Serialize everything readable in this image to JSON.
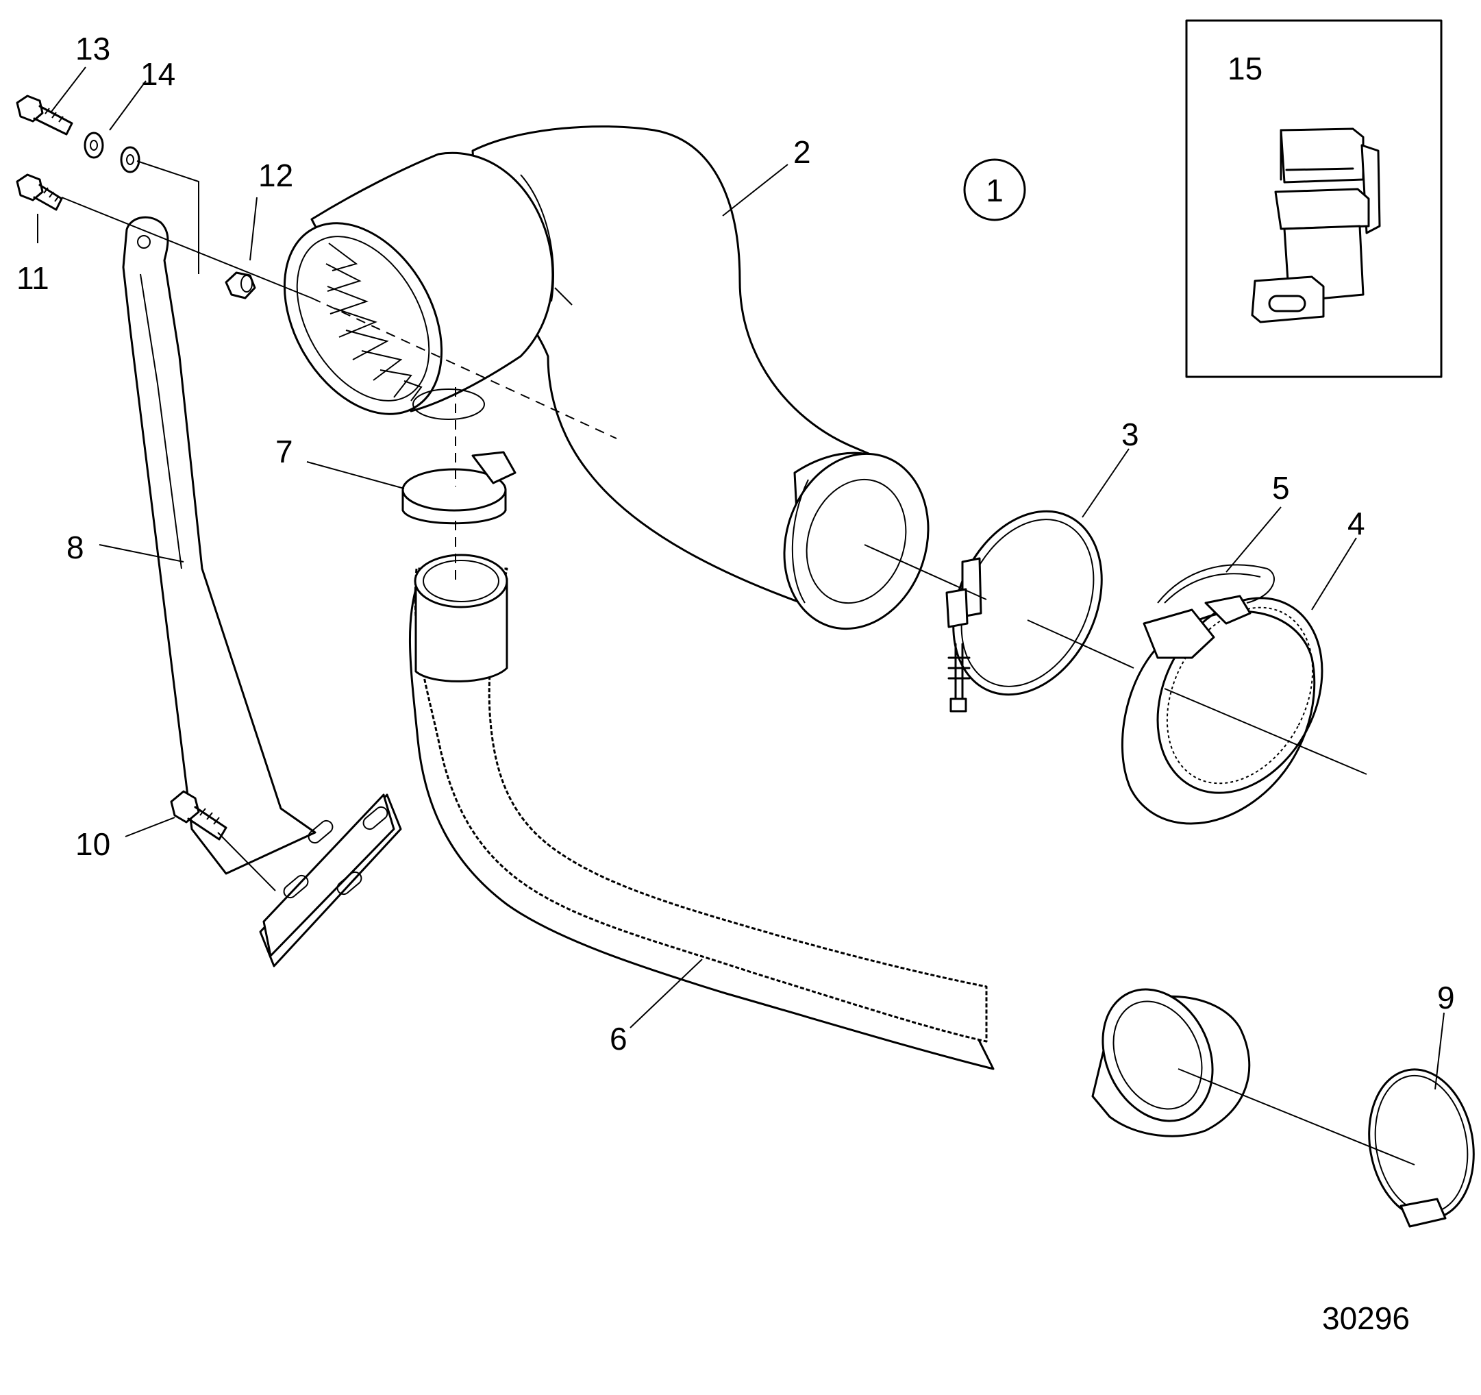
{
  "drawing_number": "30296",
  "view_marker": "1",
  "inset_label": "15",
  "callouts": {
    "c2": "2",
    "c3": "3",
    "c4": "4",
    "c5": "5",
    "c6": "6",
    "c7": "7",
    "c8": "8",
    "c9": "9",
    "c10": "10",
    "c11": "11",
    "c12": "12",
    "c13": "13",
    "c14": "14"
  },
  "colors": {
    "line": "#000000",
    "background": "#ffffff"
  }
}
